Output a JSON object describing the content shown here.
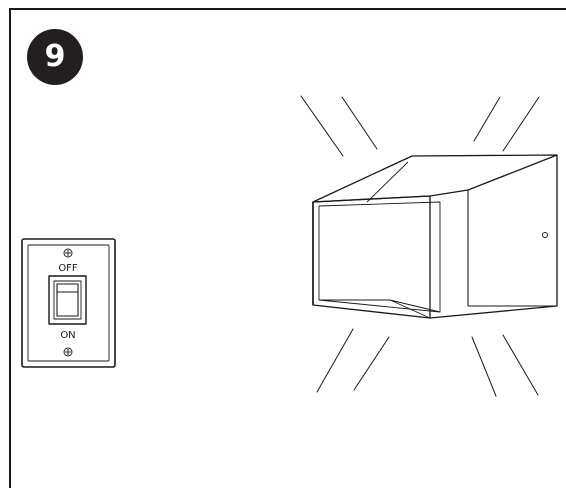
{
  "step": {
    "number": "9"
  },
  "wall_switch": {
    "off_label": "OFF",
    "on_label": "ON",
    "state": "on"
  },
  "fixture": {
    "illuminated": true
  },
  "colors": {
    "ink": "#1a1a1a",
    "badge": "#231f20",
    "paper": "#ffffff"
  }
}
